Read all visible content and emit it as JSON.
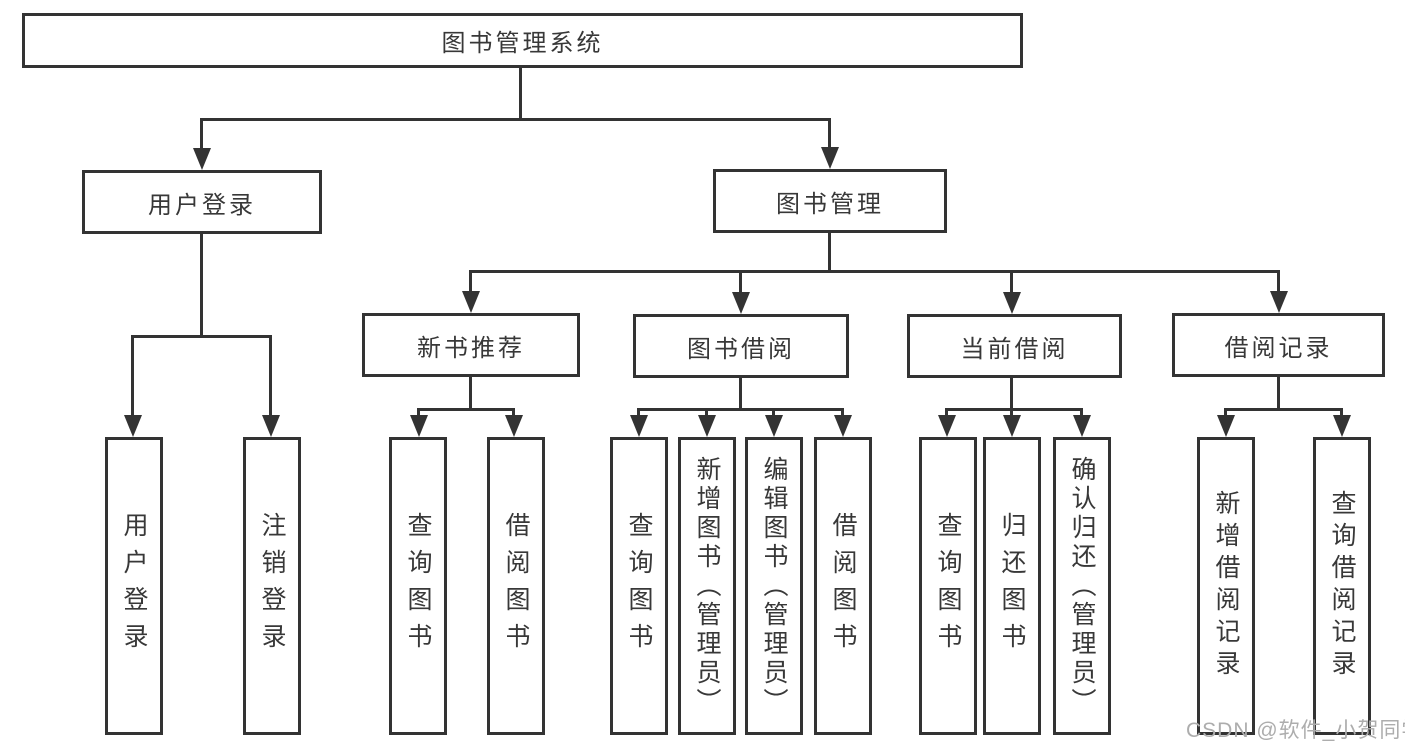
{
  "tree": {
    "root": {
      "label": "图书管理系统",
      "children": [
        {
          "label": "用户登录",
          "children": [
            {
              "label": "用户登录"
            },
            {
              "label": "注销登录"
            }
          ]
        },
        {
          "label": "图书管理",
          "children": [
            {
              "label": "新书推荐",
              "children": [
                {
                  "label": "查询图书"
                },
                {
                  "label": "借阅图书"
                }
              ]
            },
            {
              "label": "图书借阅",
              "children": [
                {
                  "label": "查询图书"
                },
                {
                  "label": "新增图书（管理员）"
                },
                {
                  "label": "编辑图书（管理员）"
                },
                {
                  "label": "借阅图书"
                }
              ]
            },
            {
              "label": "当前借阅",
              "children": [
                {
                  "label": "查询图书"
                },
                {
                  "label": "归还图书"
                },
                {
                  "label": "确认归还（管理员）"
                }
              ]
            },
            {
              "label": "借阅记录",
              "children": [
                {
                  "label": "新增借阅记录"
                },
                {
                  "label": "查询借阅记录"
                }
              ]
            }
          ]
        }
      ]
    }
  },
  "watermark": {
    "text": "CSDN @软件_小贺同学"
  },
  "colors": {
    "line": "#333333",
    "text": "#383838",
    "watermark": "#adadad",
    "background": "#ffffff"
  }
}
